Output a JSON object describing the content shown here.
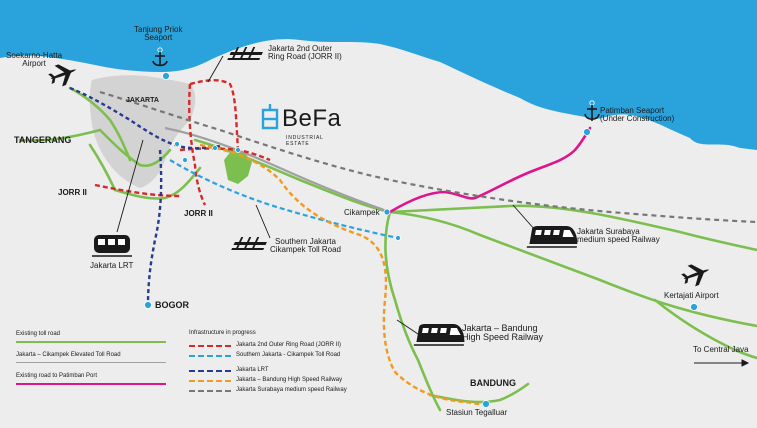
{
  "brand": {
    "name": "BeFa",
    "sub1": "INDUSTRIAL",
    "sub2": "ESTATE",
    "color": "#2aa3dd"
  },
  "places": {
    "tanjung_priok": [
      "Tanjung Priok",
      "Seaport"
    ],
    "soekarno_hatta": [
      "Soekarno-Hatta",
      "Airport"
    ],
    "jakarta": "JAKARTA",
    "tangerang": "TANGERANG",
    "jorr2_left": "JORR II",
    "jorr2_bottom": "JORR II",
    "bogor": "BOGOR",
    "cikampek": "Cikampek",
    "bandung": "BANDUNG",
    "tegalluar": "Stasiun Tegalluar",
    "kertajati": "Kertajati Airport",
    "patimban": [
      "Patimban Seaport",
      "(Under Construction)"
    ],
    "central_java": "To Central Java"
  },
  "callouts": {
    "jorr2": [
      "Jakarta 2nd Outer",
      "Ring Road (JORR II)"
    ],
    "southern_toll": [
      "Southern Jakarta",
      "Cikampek Toll Road"
    ],
    "lrt": "Jakarta LRT",
    "hsr": [
      "Jakarta – Bandung",
      "High Speed Railway"
    ],
    "msr": [
      "Jakarta Surabaya",
      "medium speed Railway"
    ]
  },
  "legend": {
    "existing_toll": "Existing toll road",
    "elevated_toll": "Jakarta – Cikampek Elevated Toll Road",
    "patimban_road": "Existing road to Patimban Port",
    "in_progress_title": "Infrastructure in progress",
    "items": [
      {
        "label": "Jakarta 2nd Outer Ring Road (JORR II)",
        "color": "#d42a2a"
      },
      {
        "label": "Southern Jakarta - Cikampek Toll Road",
        "color": "#2aa3dd"
      },
      {
        "label": "Jakarta LRT",
        "color": "#283b8e"
      },
      {
        "label": "Jakarta – Bandung High Speed Railway",
        "color": "#f39a1e"
      },
      {
        "label": "Jakarta Surabaya medium speed Railway",
        "color": "#777777"
      }
    ]
  },
  "colors": {
    "sea": "#2aa3dd",
    "land": "#ededed",
    "jakarta_area": "#d3d3d3",
    "toll": "#7cbf4f",
    "elevated": "#a0a0a0",
    "patimban": "#e0148c",
    "estate": "#7cbf4f"
  }
}
